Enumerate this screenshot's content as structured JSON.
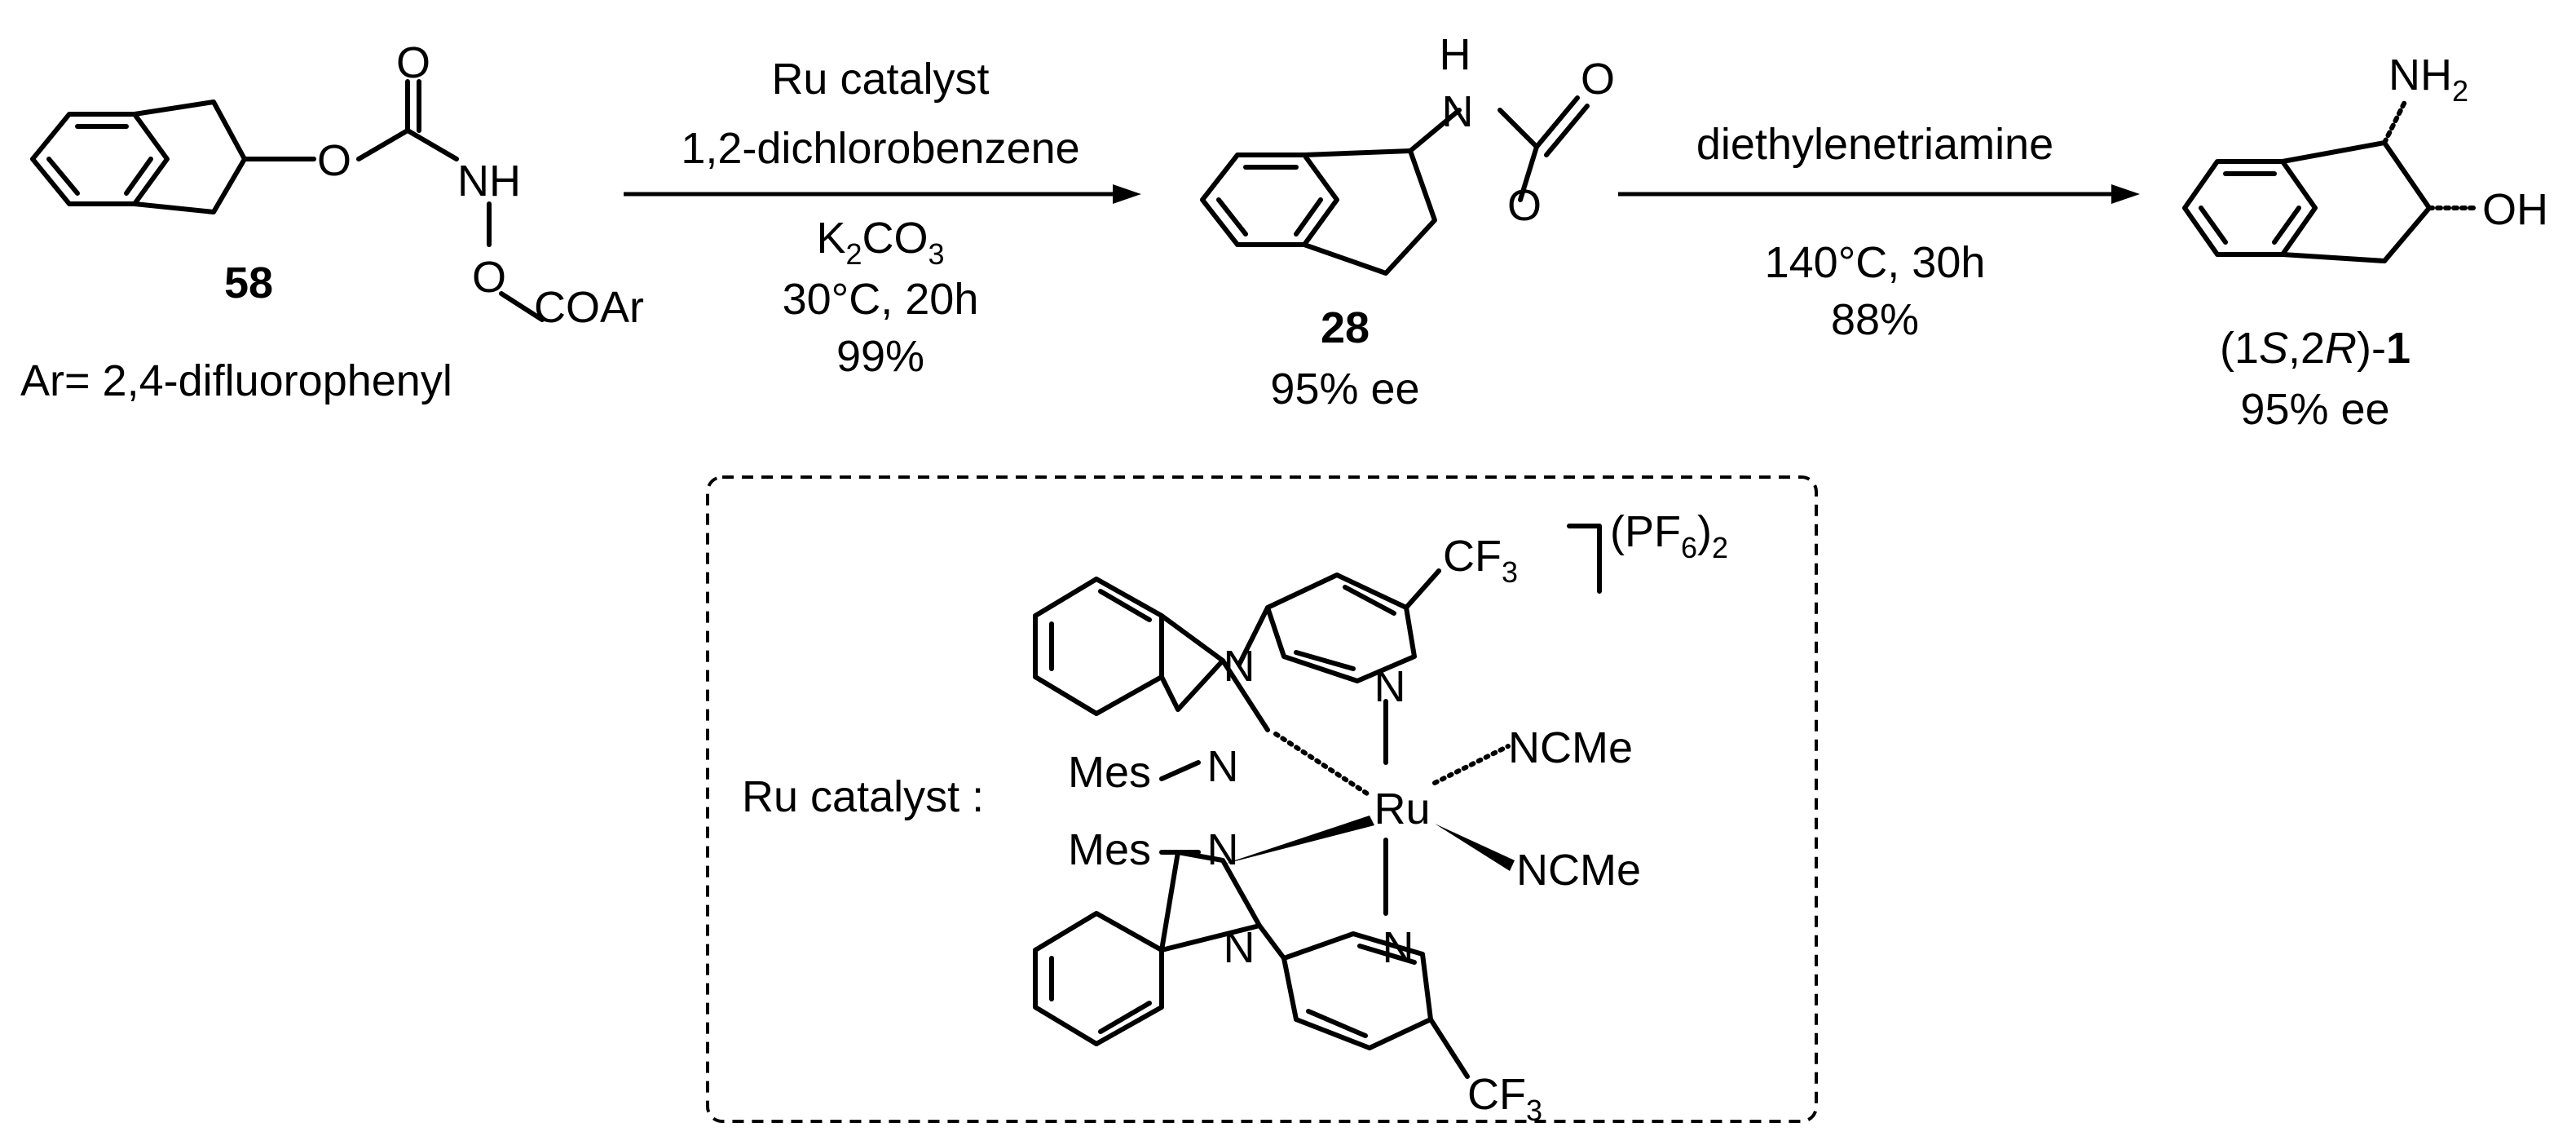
{
  "reaction1": {
    "reagent": "Ru catalyst",
    "solvent": "1,2-dichlorobenzene",
    "base": "K2CO3",
    "conditions": "30°C, 20h",
    "yield": "99%"
  },
  "reaction2": {
    "reagent": "diethylenetriamine",
    "conditions": "140°C, 30h",
    "yield": "88%"
  },
  "compound58": {
    "label": "58",
    "aryl_definition": "Ar= 2,4-difluorophenyl",
    "atoms": {
      "o_top": "O",
      "o_ester": "O",
      "nh": "NH",
      "o_n": "O",
      "coar": "COAr"
    }
  },
  "compound28": {
    "label": "28",
    "ee": "95% ee",
    "atoms": {
      "h": "H",
      "n": "N",
      "o_carbonyl": "O",
      "o_ring": "O"
    }
  },
  "product1": {
    "label_prefix": "(1",
    "label_s": "S",
    "label_comma": ",2",
    "label_r": "R",
    "label_dash": ")-",
    "label_num": "1",
    "ee": "95% ee",
    "atoms": {
      "nh2": "NH",
      "nh2_sub": "2",
      "oh": "OH"
    }
  },
  "catalyst_box": {
    "label": "Ru catalyst :",
    "counterion": "(PF",
    "counterion_sub1": "6",
    "counterion_close": ")",
    "counterion_sub2": "2",
    "metal": "Ru",
    "ligand1": "NCMe",
    "ligand2": "NCMe",
    "mes1": "Mes",
    "mes2": "Mes",
    "cf3_top": "CF",
    "cf3_bottom": "CF",
    "cf3_sub": "3",
    "n_atoms": [
      "N",
      "N",
      "N",
      "N",
      "N",
      "N"
    ]
  }
}
